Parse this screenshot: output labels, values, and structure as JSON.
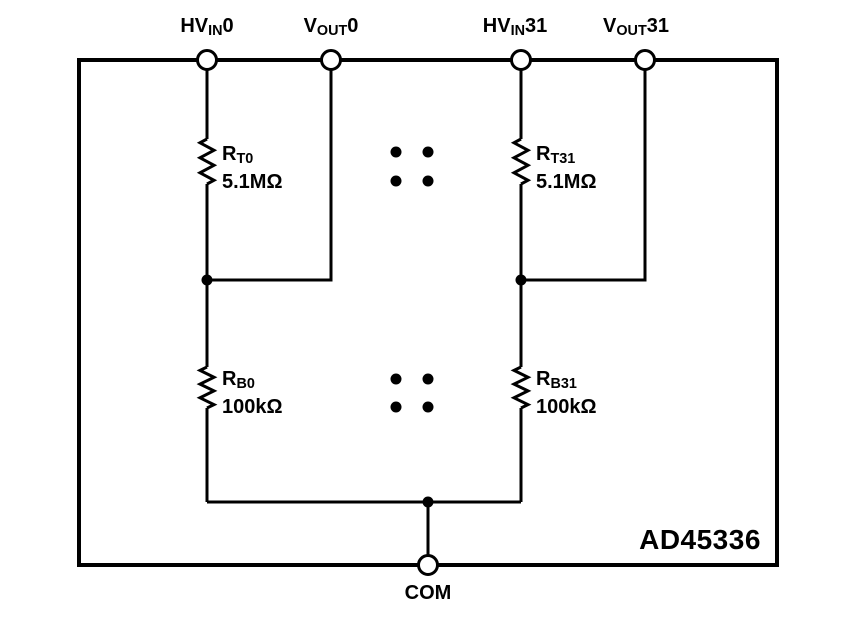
{
  "chip": {
    "part_number": "AD45336"
  },
  "terminals": {
    "hvin0": {
      "pre": "HV",
      "sub": "IN",
      "post": "0"
    },
    "vout0": {
      "pre": "V",
      "sub": "OUT",
      "post": "0"
    },
    "hvin31": {
      "pre": "HV",
      "sub": "IN",
      "post": "31"
    },
    "vout31": {
      "pre": "V",
      "sub": "OUT",
      "post": "31"
    },
    "com": {
      "label": "COM"
    }
  },
  "resistors": {
    "rt0": {
      "pre": "R",
      "sub": "T0",
      "value": "5.1MΩ"
    },
    "rt31": {
      "pre": "R",
      "sub": "T31",
      "value": "5.1MΩ"
    },
    "rb0": {
      "pre": "R",
      "sub": "B0",
      "value": "100kΩ"
    },
    "rb31": {
      "pre": "R",
      "sub": "B31",
      "value": "100kΩ"
    }
  },
  "colors": {
    "line": "#000000",
    "background": "#ffffff"
  }
}
